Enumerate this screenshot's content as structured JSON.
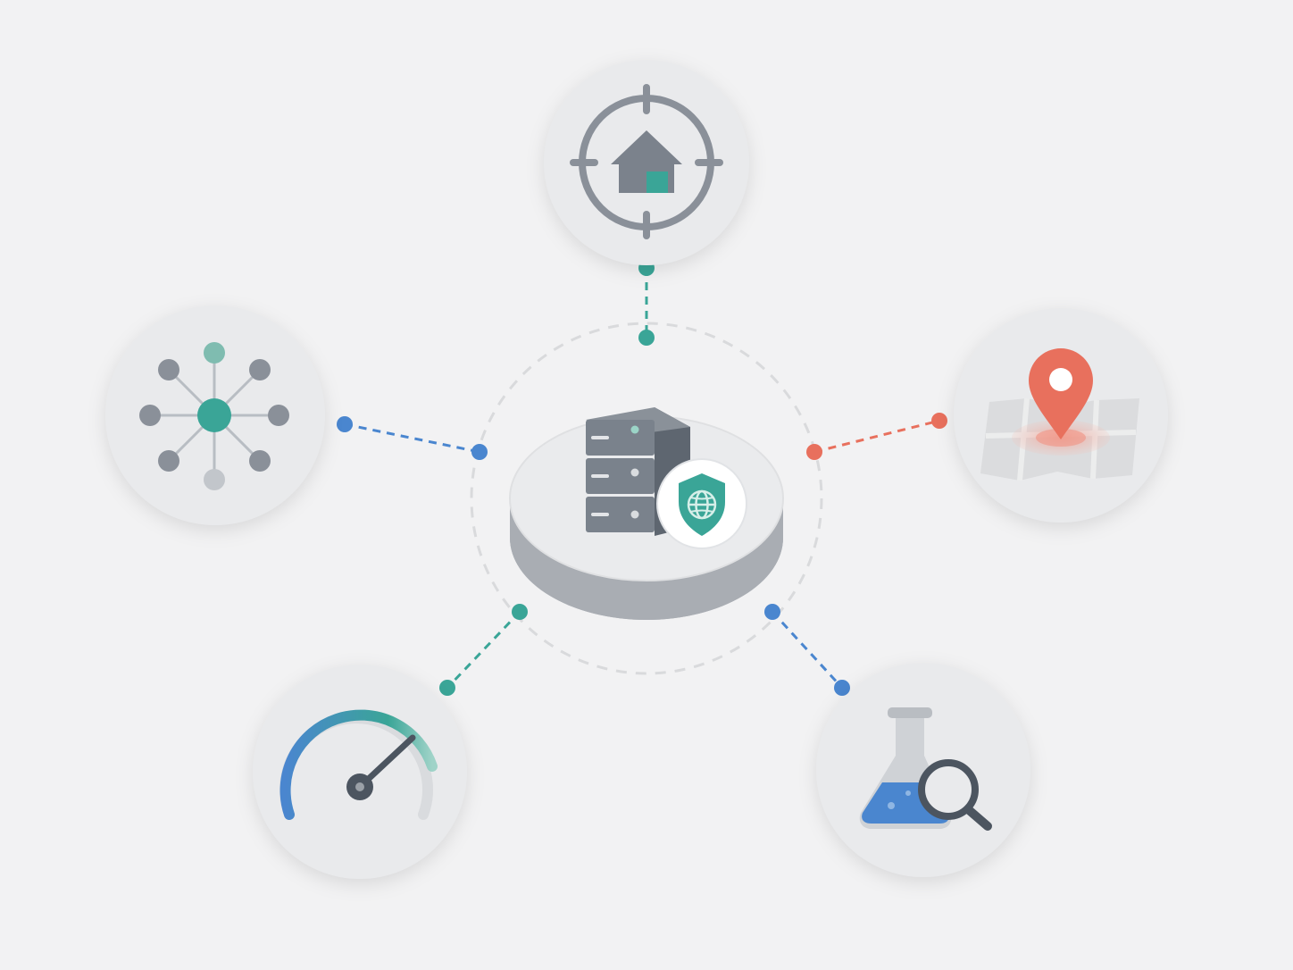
{
  "diagram": {
    "type": "hub-and-spoke",
    "hub": {
      "icon": "server-rack-icon",
      "badge_icon": "shield-globe-icon"
    },
    "spokes": [
      {
        "id": "top",
        "icon": "home-target-icon",
        "connector_color": "#3aa597"
      },
      {
        "id": "left",
        "icon": "network-hub-icon",
        "connector_color": "#4a86cf"
      },
      {
        "id": "right",
        "icon": "map-pin-icon",
        "connector_color": "#e8705d"
      },
      {
        "id": "bottom-left",
        "icon": "speedometer-gauge-icon",
        "connector_color": "#3aa597"
      },
      {
        "id": "bottom-right",
        "icon": "flask-search-icon",
        "connector_color": "#4a86cf"
      }
    ]
  },
  "colors": {
    "background": "#f2f2f3",
    "disc": "#e9eaec",
    "icon_gray": "#8a9099",
    "teal": "#3aa597",
    "blue": "#4a86cf",
    "coral": "#e8705d",
    "dark": "#4c5560"
  }
}
